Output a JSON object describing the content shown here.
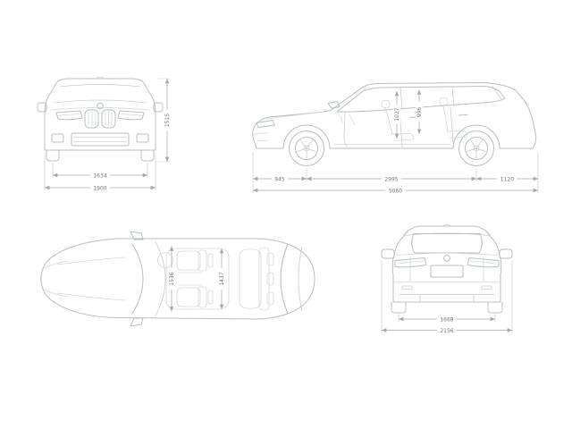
{
  "diagram": {
    "type": "technical-drawing",
    "subject": "station-wagon dimension blueprint",
    "views": {
      "front": "front-view",
      "side": "side-view",
      "top": "top-view",
      "rear": "rear-view"
    }
  },
  "dims": {
    "front": {
      "track_width": "1634",
      "overall_width": "1900",
      "overall_height": "1515"
    },
    "side": {
      "front_overhang": "945",
      "wheelbase": "2995",
      "rear_overhang": "1120",
      "overall_length": "5060",
      "headroom_front": "1027",
      "headroom_rear": "996"
    },
    "top": {
      "interior_width_front": "1536",
      "interior_width_rear": "1437"
    },
    "rear": {
      "track_width": "1668",
      "width_incl_mirrors": "2156"
    }
  },
  "colors": {
    "background": "#ffffff",
    "car_line": "#b7bdc5",
    "car_line_light": "#d2d6db",
    "dim_line": "#a3a9b1",
    "dim_text": "#6f767e"
  }
}
